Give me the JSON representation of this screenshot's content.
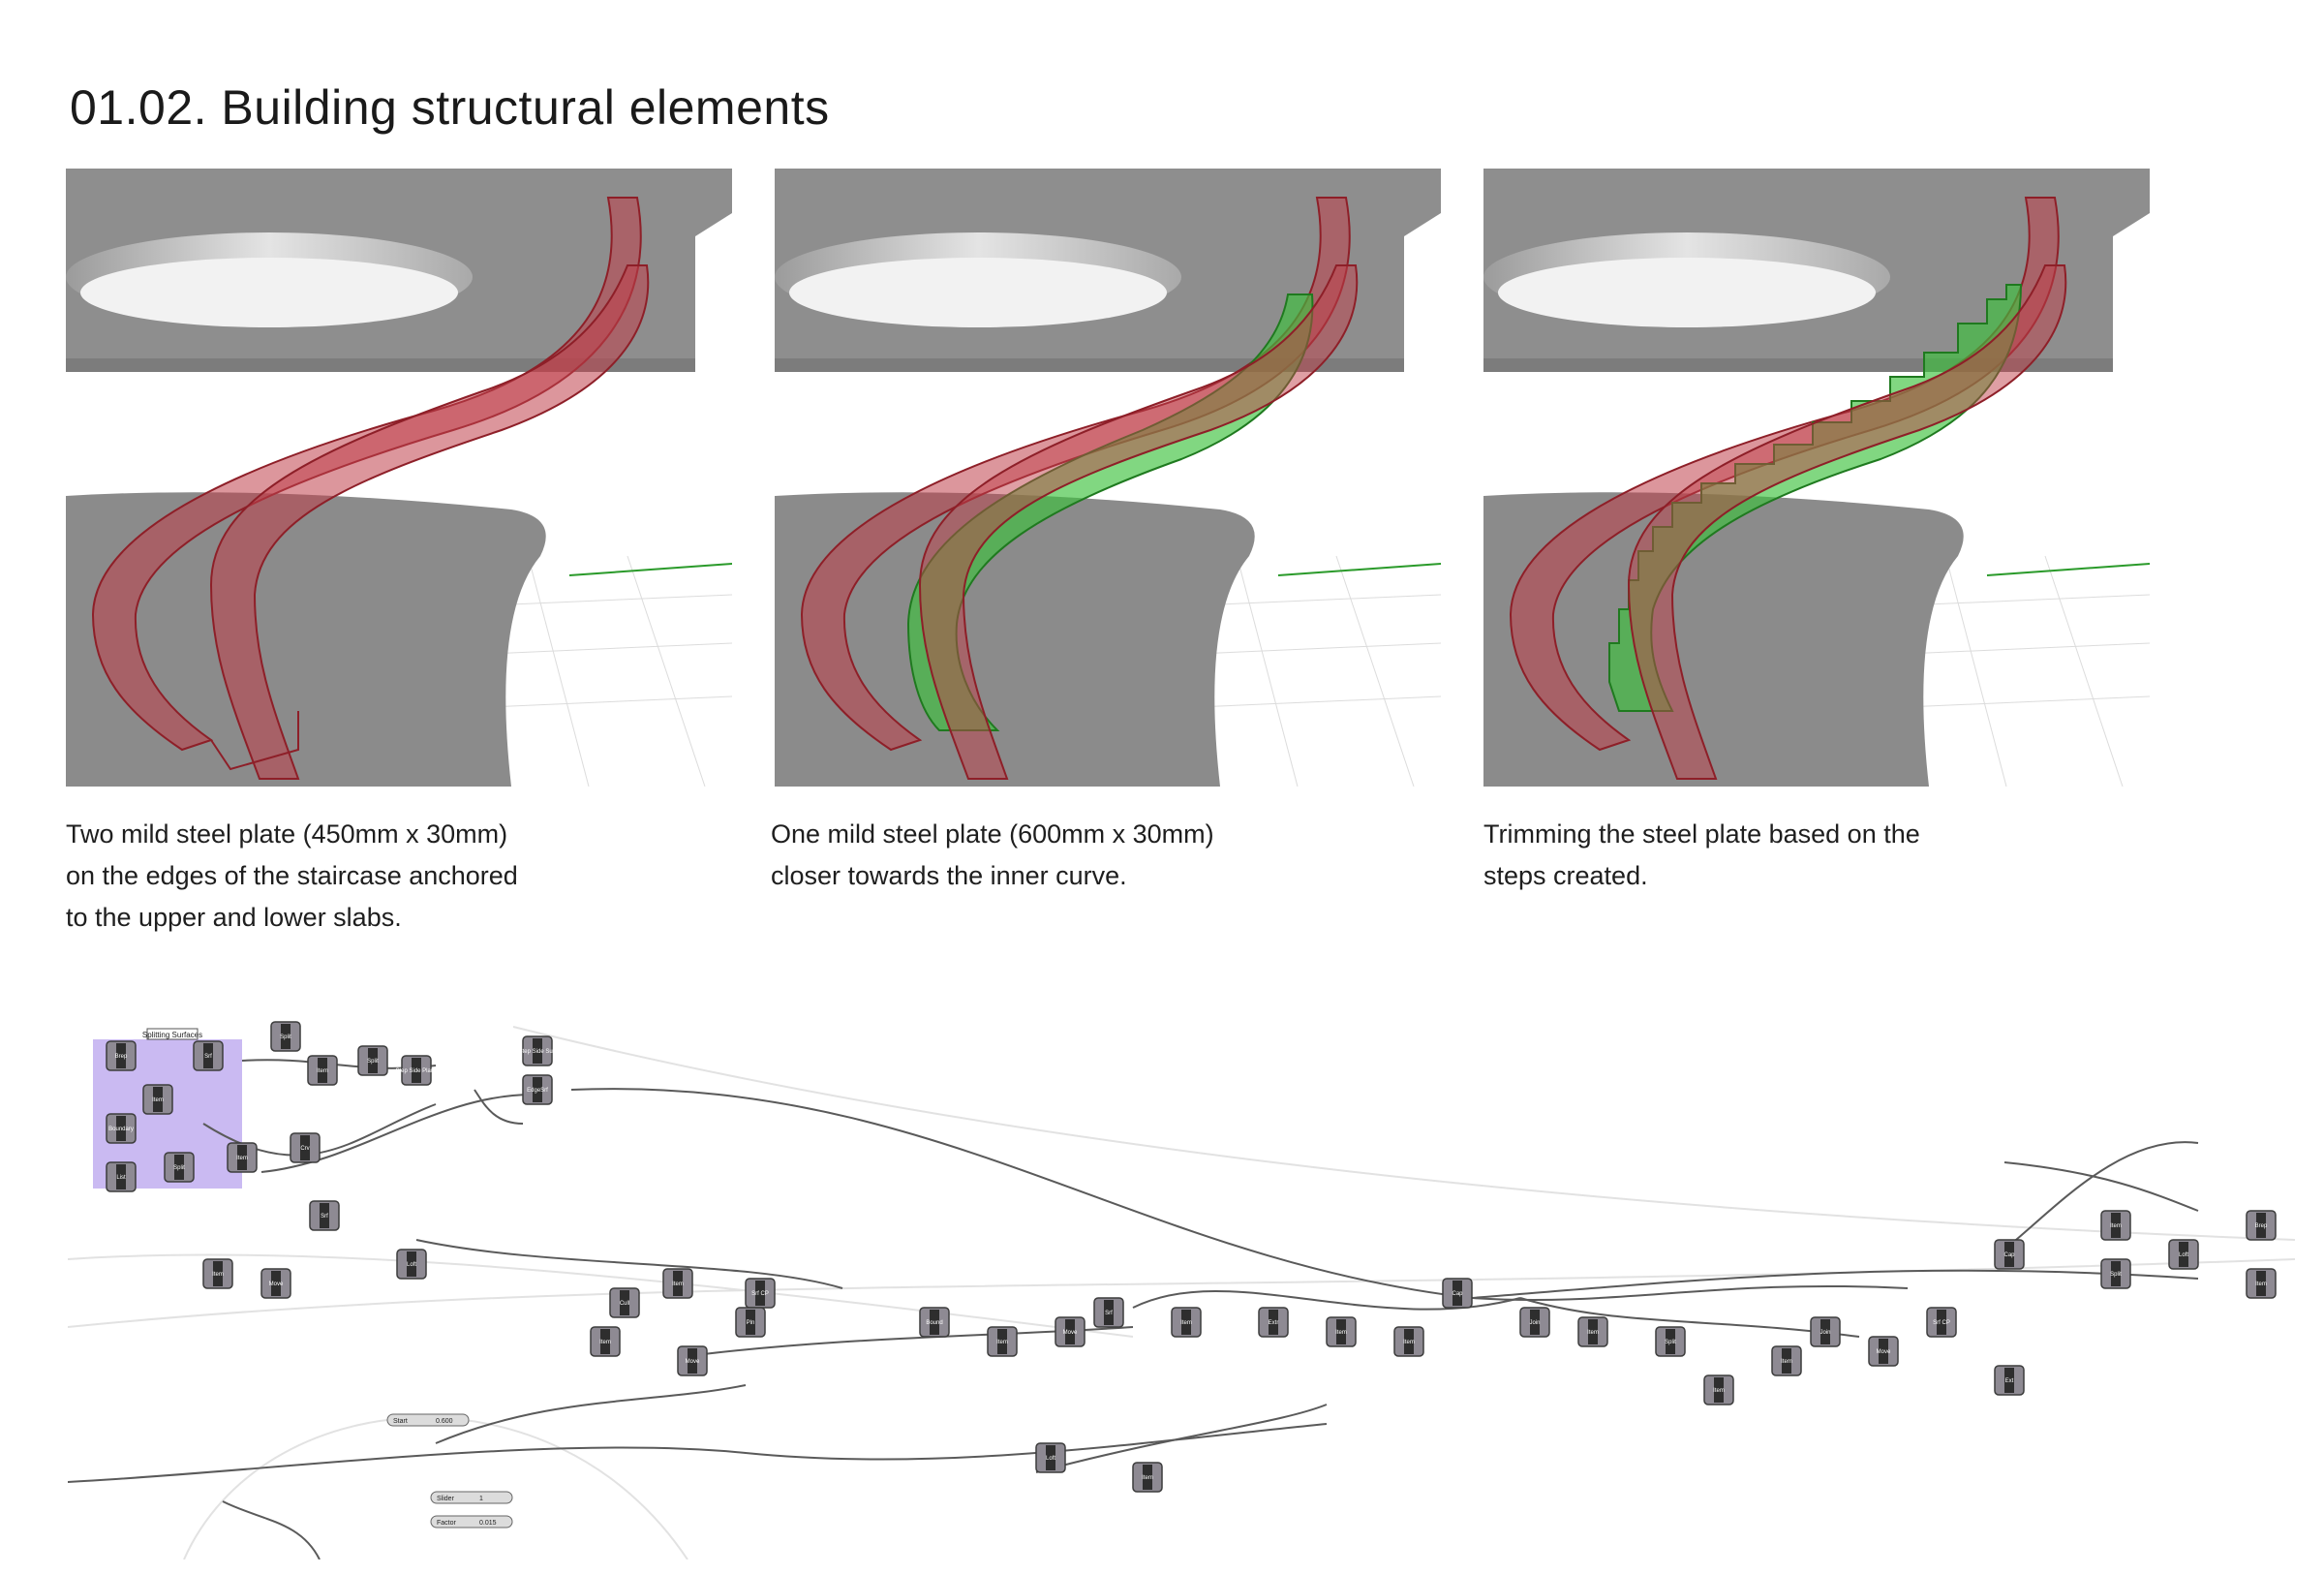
{
  "title": "01.02. Building structural elements",
  "panels": [
    {
      "caption": [
        "Two mild steel plate (450mm x 30mm)",
        "on the edges of the staircase anchored",
        "to the upper and lower slabs."
      ],
      "show_green": false,
      "trimmed": false
    },
    {
      "caption": [
        "One mild steel plate (600mm x 30mm)",
        "closer towards the inner curve."
      ],
      "show_green": true,
      "trimmed": false
    },
    {
      "caption": [
        "Trimming the steel plate based on the",
        "steps created."
      ],
      "show_green": true,
      "trimmed": true
    }
  ],
  "colors": {
    "slab": "#8d8d8d",
    "slab_edge": "#b9b9b9",
    "steel_plate": "#c0404a",
    "inner_plate": "#3ec23e",
    "group": "#b8a3ee",
    "node": "#8e8a93"
  },
  "gh": {
    "group_label": "Splitting Surfaces",
    "sliders": [
      {
        "name": "Start",
        "value": "0.600"
      },
      {
        "name": "Slider",
        "value": "1"
      },
      {
        "name": "Factor",
        "value": "0.015"
      }
    ],
    "nodes": [
      "Brep",
      "Srf",
      "Item",
      "Split",
      "Item",
      "Split",
      "Step Side Plane",
      "Step Side Surf",
      "EdgeSrf",
      "Boundary",
      "Split",
      "Crv",
      "Item",
      "Srf",
      "Loft",
      "Item",
      "List",
      "Move",
      "Cull",
      "Item",
      "Srf CP",
      "Item",
      "Move",
      "Pln",
      "Bound",
      "Item",
      "Move",
      "Srf",
      "Item",
      "Extr",
      "Item",
      "Item",
      "Cap",
      "Join",
      "Item",
      "Split",
      "Item",
      "Item",
      "Join",
      "Move",
      "Srf CP",
      "Ext",
      "Cap",
      "Item",
      "Loft",
      "Brep",
      "Item",
      "Split",
      "Loft",
      "Item"
    ]
  }
}
